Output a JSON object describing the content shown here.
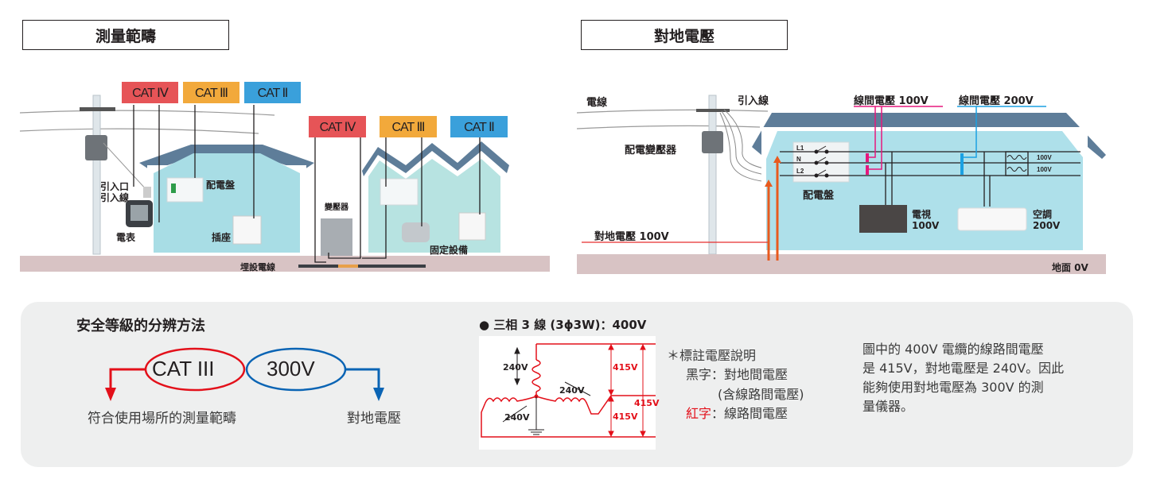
{
  "left_panel": {
    "title": "測量範疇",
    "house_cats": [
      {
        "label": "CAT Ⅳ",
        "color": "#e65457"
      },
      {
        "label": "CAT Ⅲ",
        "color": "#f2a93b"
      },
      {
        "label": "CAT Ⅱ",
        "color": "#3aa0db"
      }
    ],
    "factory_cats": [
      {
        "label": "CAT Ⅳ",
        "color": "#e65457"
      },
      {
        "label": "CAT Ⅲ",
        "color": "#f2a93b"
      },
      {
        "label": "CAT Ⅱ",
        "color": "#3aa0db"
      }
    ],
    "labels": {
      "service_entrance": "引入口",
      "service_drop": "引入線",
      "meter": "電表",
      "distribution_board": "配電盤",
      "outlet": "插座",
      "transformer": "變壓器",
      "fixed_equipment": "固定設備",
      "buried_cable": "埋設電線"
    }
  },
  "right_panel": {
    "title": "對地電壓",
    "labels": {
      "power_line": "電線",
      "service_drop": "引入線",
      "pole_transformer": "配電變壓器",
      "line_voltage_100": "線間電壓 100V",
      "line_voltage_200": "線間電壓 200V",
      "distribution_board": "配電盤",
      "ground_voltage": "對地電壓 100V",
      "ground": "地面 0V",
      "tv_name": "電視",
      "tv_voltage": "100V",
      "ac_name": "空調",
      "ac_voltage": "200V",
      "phase_1": "L1",
      "neutral": "N",
      "phase_2": "L2",
      "winding_1_voltage": "100V",
      "winding_2_voltage": "100V"
    },
    "colors": {
      "line_100": "#e5187d",
      "line_200": "#1ba1e2",
      "ground_arrow": "#e85a1e"
    }
  },
  "bottom_panel": {
    "section_title": "安全等級的分辨方法",
    "cat_rating": "CAT III",
    "voltage_rating": "300V",
    "cat_meaning": "符合使用場所的測量範疇",
    "voltage_meaning": "對地電壓",
    "cat_color": "#e3101a",
    "voltage_color": "#0a64b4",
    "system_title": "● 三相 3 線 (3ϕ3W)：400V",
    "circuit": {
      "phase_voltage": "240V",
      "line_voltage": "415V"
    },
    "legend": {
      "heading": "＊標註電壓說明",
      "black_label": "黑字：對地間電壓",
      "black_note": "(含線路間電壓)",
      "red_key": "紅字",
      "red_label": "：線路間電壓"
    },
    "explanation": [
      "圖中的 400V 電纜的線路間電壓",
      "是 415V，對地電壓是 240V。因此",
      "能夠使用對地電壓為 300V 的測",
      "量儀器。"
    ]
  }
}
